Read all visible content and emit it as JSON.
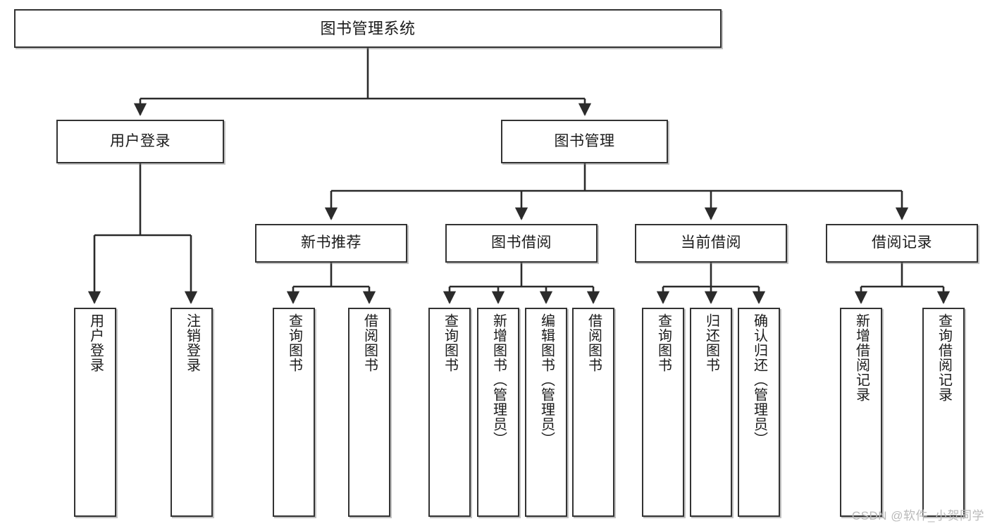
{
  "diagram": {
    "title": "图书管理系统",
    "type": "tree-hierarchy",
    "watermark": "CSDN @软件_小贺同学",
    "colors": {
      "box_border": "#333333",
      "box_fill": "#ffffff",
      "connector": "#2b2b2b",
      "text": "#1b1b1b",
      "watermark": "#b9b9b9"
    },
    "nodes": {
      "root": {
        "label": "图书管理系统"
      },
      "level2": [
        {
          "label": "用户登录"
        },
        {
          "label": "图书管理"
        }
      ],
      "level3": [
        {
          "label": "新书推荐"
        },
        {
          "label": "图书借阅"
        },
        {
          "label": "当前借阅"
        },
        {
          "label": "借阅记录"
        }
      ],
      "leaves_user_login": [
        {
          "label": "用户登录"
        },
        {
          "label": "注销登录"
        }
      ],
      "leaves_new_books": [
        {
          "label": "查询图书"
        },
        {
          "label": "借阅图书"
        }
      ],
      "leaves_borrow": [
        {
          "label": "查询图书"
        },
        {
          "label": "新增图书（管理员）"
        },
        {
          "label": "编辑图书（管理员）"
        },
        {
          "label": "借阅图书"
        }
      ],
      "leaves_current": [
        {
          "label": "查询图书"
        },
        {
          "label": "归还图书"
        },
        {
          "label": "确认归还（管理员）"
        }
      ],
      "leaves_records": [
        {
          "label": "新增借阅记录"
        },
        {
          "label": "查询借阅记录"
        }
      ]
    }
  }
}
